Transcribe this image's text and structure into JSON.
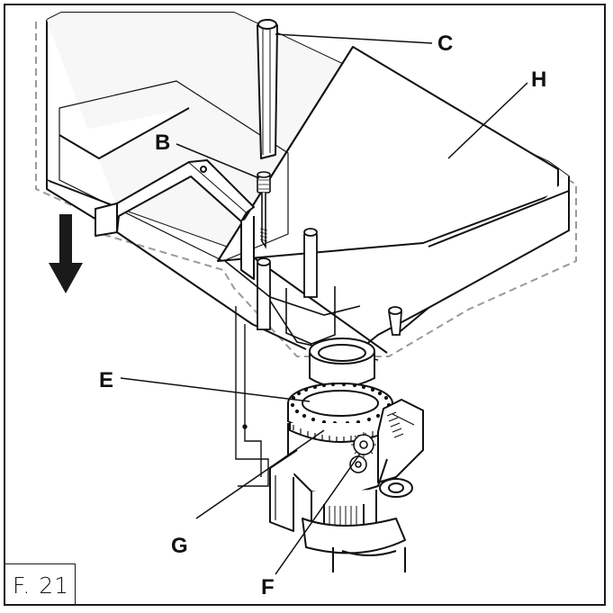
{
  "figure": {
    "caption": "F. 21"
  },
  "callouts": {
    "b": "B",
    "c": "C",
    "e": "E",
    "f": "F",
    "g": "G",
    "h": "H"
  },
  "icons": {
    "direction_arrow": "down-arrow-icon"
  }
}
